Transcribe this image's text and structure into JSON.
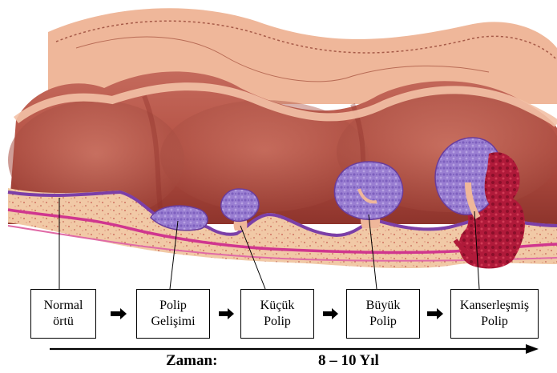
{
  "diagram": {
    "stages": [
      {
        "line1": "Normal",
        "line2": "örtü"
      },
      {
        "line1": "Polip",
        "line2": "Gelişimi"
      },
      {
        "line1": "Küçük",
        "line2": "Polip"
      },
      {
        "line1": "Büyük",
        "line2": "Polip"
      },
      {
        "line1": "Kanserleşmiş",
        "line2": "Polip"
      }
    ],
    "timeline": {
      "label": "Zaman:",
      "value": "8 – 10  Yıl"
    }
  }
}
